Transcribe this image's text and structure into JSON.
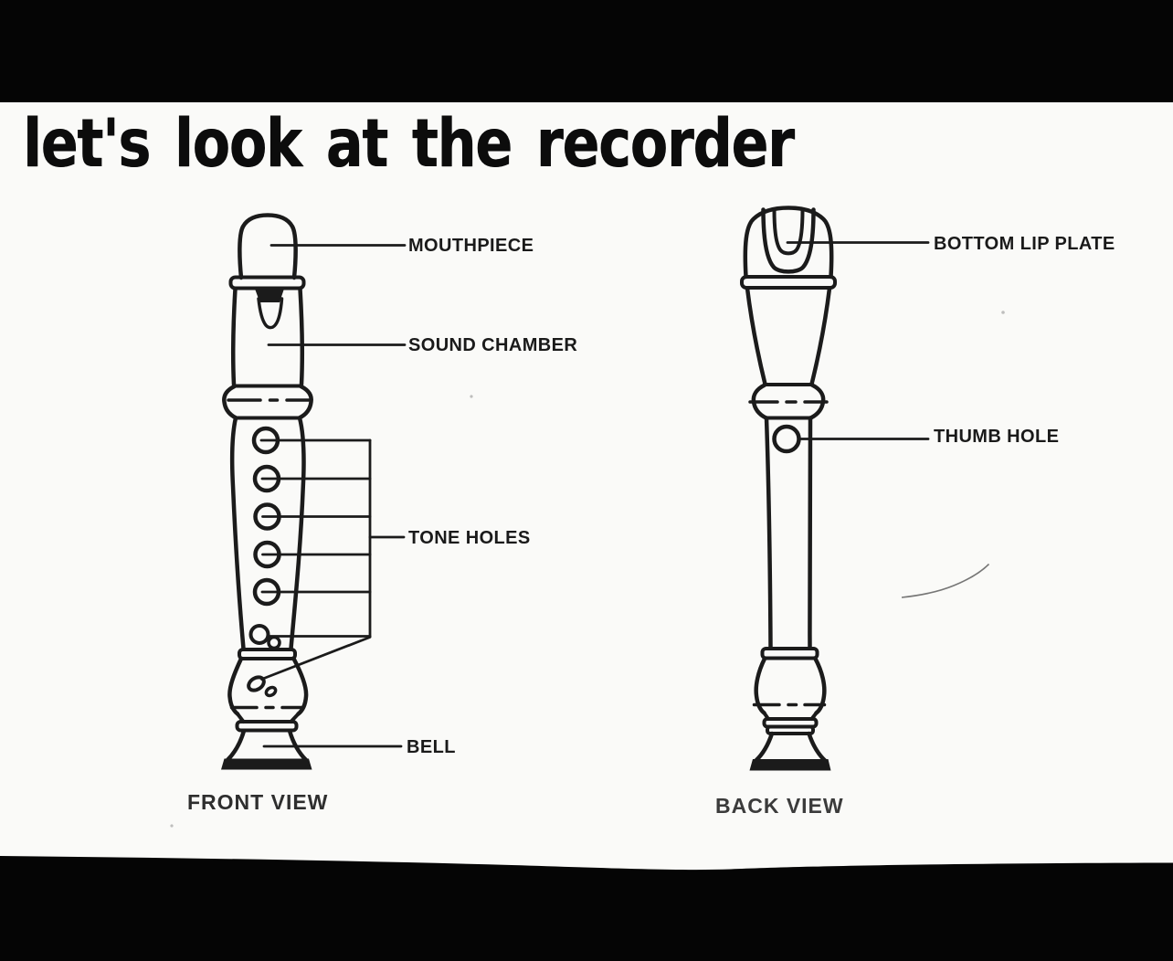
{
  "page": {
    "title": "let's look at the recorder"
  },
  "front_view": {
    "caption": "FRONT VIEW",
    "labels": {
      "mouthpiece": "MOUTHPIECE",
      "sound_chamber": "SOUND CHAMBER",
      "tone_holes": "TONE HOLES",
      "bell": "BELL"
    },
    "round_tone_holes_shown": 5,
    "paired_holes_shown": 2,
    "foot_oval_holes_shown": 2
  },
  "back_view": {
    "caption": "BACK VIEW",
    "labels": {
      "bottom_lip_plate": "BOTTOM LIP PLATE",
      "thumb_hole": "THUMB HOLE"
    },
    "thumb_holes_shown": 1
  },
  "colors": {
    "ink": "#1b1b1b",
    "paper": "#fafaf8",
    "scan_border": "#050505"
  }
}
